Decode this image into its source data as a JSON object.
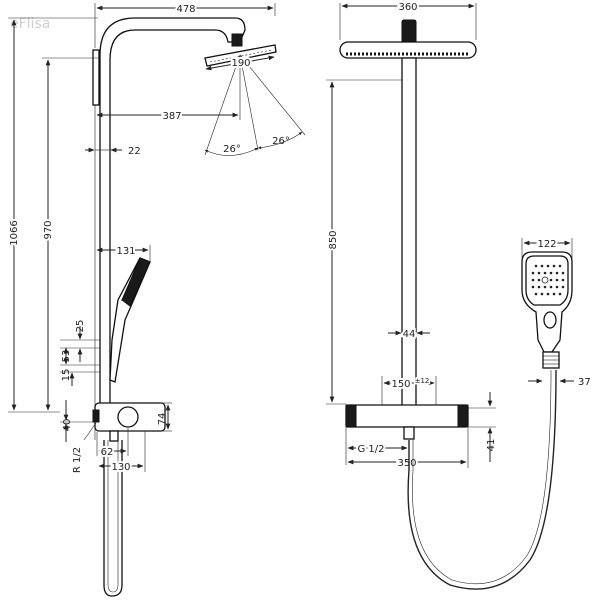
{
  "watermark": "eFlisa",
  "side_view": {
    "dims": {
      "width_total": "478",
      "head_diameter": "190",
      "reach": "387",
      "angle_left": "26°",
      "angle_right": "26°",
      "wall_gap": "22",
      "height_total": "1066",
      "height_bar": "970",
      "hand_shower_reach": "131",
      "d25": "25",
      "d53": "53",
      "d15": "15",
      "d40": "40",
      "d74": "74",
      "thread": "R 1/2",
      "d62": "62",
      "d130": "130"
    }
  },
  "front_view": {
    "dims": {
      "head_width": "360",
      "height": "850",
      "pipe_dia": "44",
      "connection": "150",
      "connection_tol": "±12",
      "inlet": "G 1/2",
      "width": "350",
      "d41": "41"
    }
  },
  "hand_shower": {
    "dims": {
      "width": "122",
      "holder": "37"
    }
  }
}
